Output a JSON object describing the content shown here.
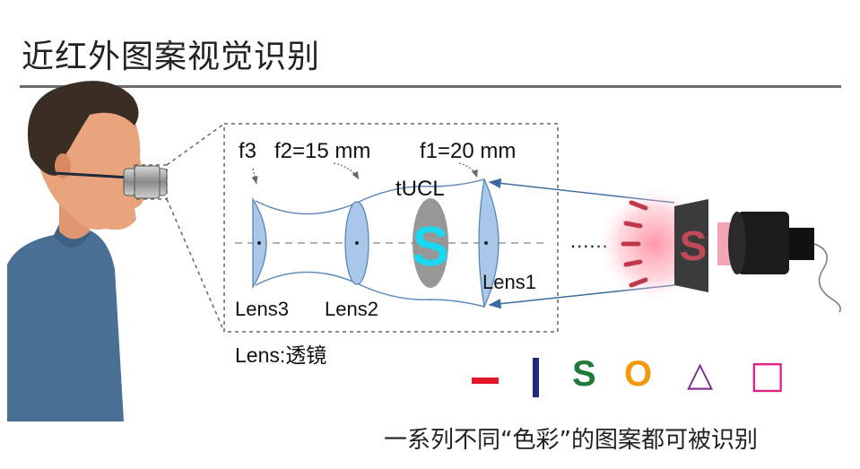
{
  "title": "近红外图案视觉识别",
  "focal_labels": {
    "f3": "f3",
    "f2": "f2=15 mm",
    "f1": "f1=20 mm"
  },
  "contact_lens_label": "tUCL",
  "lens_labels": {
    "lens1": "Lens1",
    "lens2": "Lens2",
    "lens3": "Lens3"
  },
  "legend_note": "Lens:透镜",
  "ellipsis": "......",
  "pattern_letter": "S",
  "symbols": [
    {
      "name": "red-dash-symbol",
      "glyph": "−",
      "color": "#e0162b"
    },
    {
      "name": "blue-bar-symbol",
      "glyph": "|",
      "color": "#1f2a7a"
    },
    {
      "name": "green-s-symbol",
      "glyph": "S",
      "color": "#1f7a3a"
    },
    {
      "name": "orange-o-symbol",
      "glyph": "O",
      "color": "#f29a0b"
    },
    {
      "name": "purple-triangle-symbol",
      "glyph": "△",
      "color": "#7a2d8c"
    },
    {
      "name": "pink-square-symbol",
      "glyph": "□",
      "color": "#e0218a"
    }
  ],
  "caption": "一系列不同“色彩”的图案都可被识别",
  "colors": {
    "lens_fill": "#a9c7e8",
    "lens_stroke": "#5a86b8",
    "cyan_s": "#19d8f0",
    "skin": "#e9a27a",
    "shirt": "#4a6f95"
  }
}
